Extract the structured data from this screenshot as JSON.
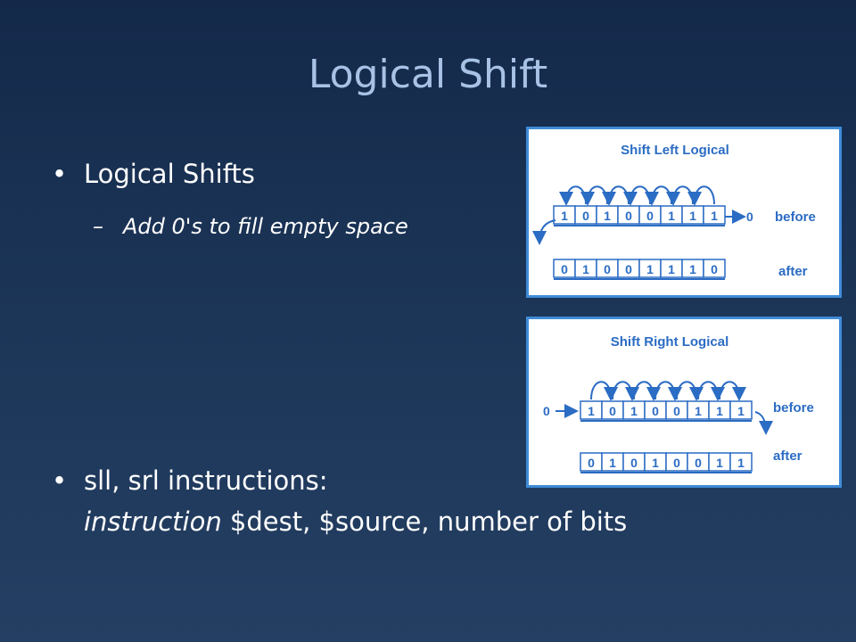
{
  "title": "Logical Shift",
  "bullets": {
    "b1": "Logical Shifts",
    "b1_sub": "Add 0's to fill empty space",
    "b2_line1": "sll, srl instructions:",
    "b2_line2_italic": "instruction",
    "b2_line2_rest": " $dest, $source, number of bits"
  },
  "glyphs": {
    "bullet": "•",
    "dash": "–"
  },
  "diagrams": [
    {
      "title": "Shift Left Logical",
      "before_label": "before",
      "after_label": "after",
      "fill_digit": "0",
      "before_bits": [
        "1",
        "0",
        "1",
        "0",
        "0",
        "1",
        "1",
        "1"
      ],
      "after_bits": [
        "0",
        "1",
        "0",
        "0",
        "1",
        "1",
        "1",
        "0"
      ]
    },
    {
      "title": "Shift Right Logical",
      "before_label": "before",
      "after_label": "after",
      "fill_digit": "0",
      "before_bits": [
        "1",
        "0",
        "1",
        "0",
        "0",
        "1",
        "1",
        "1"
      ],
      "after_bits": [
        "0",
        "1",
        "0",
        "1",
        "0",
        "0",
        "1",
        "1"
      ]
    }
  ],
  "colors": {
    "accent": "#2b6cc4",
    "border": "#3f8bd7",
    "title": "#a8c2e6"
  }
}
